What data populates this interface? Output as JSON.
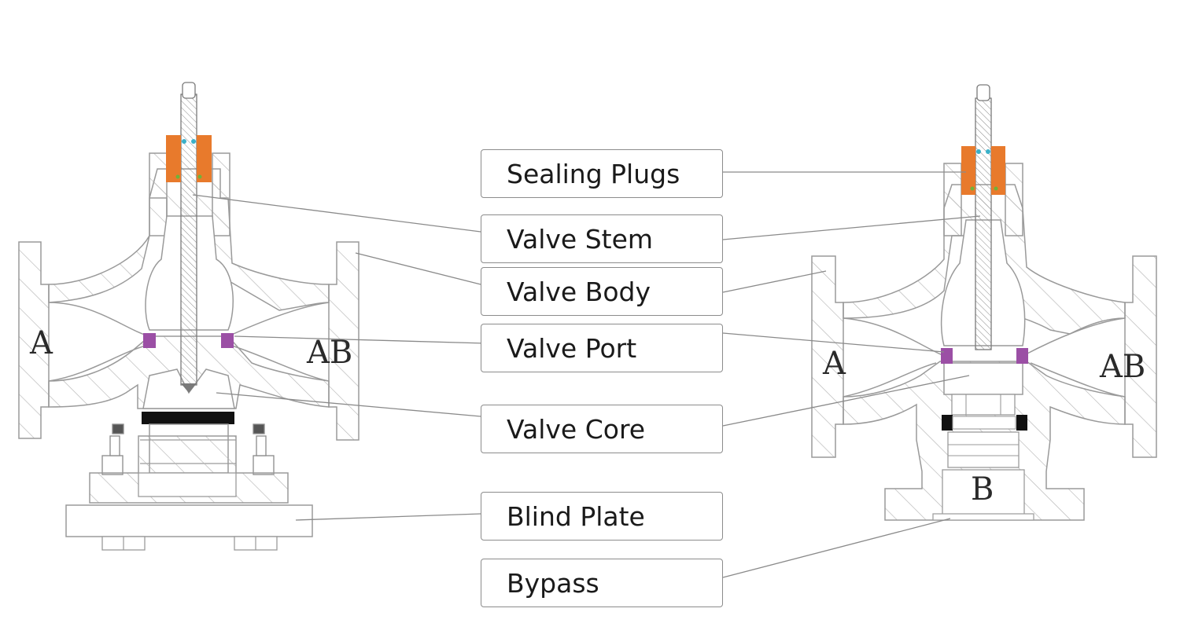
{
  "labels": {
    "sealing_plugs": "Sealing Plugs",
    "valve_stem": "Valve Stem",
    "valve_body": "Valve Body",
    "valve_port": "Valve Port",
    "valve_core": "Valve Core",
    "blind_plate": "Blind Plate",
    "bypass": "Bypass"
  },
  "port_letters": {
    "left_inlet": "A",
    "left_outlet": "AB",
    "right_inlet": "A",
    "right_outlet": "AB",
    "right_bottom": "B"
  },
  "colors": {
    "sealing_plugs": "#e87a2c",
    "valve_port": "#9b4fa5",
    "core_seal": "#111111",
    "outline": "#9a9a9a",
    "leader_line": "#8a8a8a"
  }
}
